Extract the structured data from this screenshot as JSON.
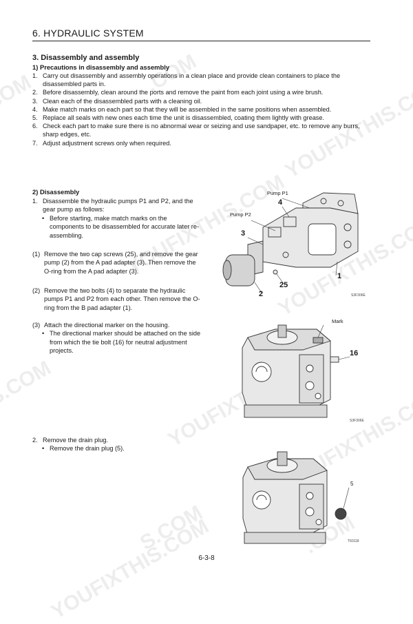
{
  "header": {
    "title": "6. HYDRAULIC SYSTEM"
  },
  "watermark": "YOUFIXTHIS.COM",
  "section": {
    "title": "3. Disassembly and assembly",
    "precautions": {
      "title": "1) Precautions in disassembly and assembly",
      "items": [
        {
          "num": "1.",
          "text": "Carry out disassembly and assembly operations in a clean place and provide clean containers to place the disassembled parts in."
        },
        {
          "num": "2.",
          "text": "Before disassembly, clean around the ports and remove the paint from each joint using a wire brush."
        },
        {
          "num": "3.",
          "text": "Clean each of the disassembled parts with a cleaning oil."
        },
        {
          "num": "4.",
          "text": "Make match marks on each part so that they will be assembled in the same positions when assembled."
        },
        {
          "num": "5.",
          "text": "Replace all seals with new ones each time the unit is disassembled, coating them lightly with grease."
        },
        {
          "num": "6.",
          "text": "Check each part to make sure there is no abnormal wear or seizing and use sandpaper, etc. to remove any burrs, sharp edges, etc."
        },
        {
          "num": "7.",
          "text": "Adjust adjustment screws only when required."
        }
      ]
    },
    "disassembly": {
      "title": "2) Disassembly",
      "step1": {
        "num": "1.",
        "text": "Disassemble the hydraulic pumps P1 and P2, and the gear pump as follows:",
        "bullet": "Before starting, make match marks on the components to be disassembled for accurate later re-assembling."
      },
      "sub1": {
        "num": "(1)",
        "text": "Remove the two cap screws (25), and remove the gear pump (2) from the A pad adapter (3). Then remove the O-ring from the A pad adapter (3)."
      },
      "sub2": {
        "num": "(2)",
        "text": "Remove the two bolts (4) to separate the hydraulic pumps P1 and P2 from each other. Then remove the O-ring from the B pad adapter (1)."
      },
      "sub3": {
        "num": "(3)",
        "text": "Attach the directional marker on the housing.",
        "bullet": "The directional marker should be attached on the side from which the tie bolt (16) for neutral adjustment projects."
      },
      "step2": {
        "num": "2.",
        "text": "Remove the drain plug.",
        "bullet": "Remove the drain plug (5)."
      }
    }
  },
  "figures": {
    "fig1": {
      "pump_p1": "Pump P1",
      "pump_p2": "Pump P2",
      "n4": "4",
      "n3": "3",
      "n25": "25",
      "n1": "1",
      "n2": "2",
      "code": "S3F306E"
    },
    "fig2": {
      "mark": "Mark",
      "n16": "16",
      "code": "S3F306E"
    },
    "fig3": {
      "n5": "5",
      "code": "T60118"
    }
  },
  "page": {
    "number": "6-3-8"
  }
}
